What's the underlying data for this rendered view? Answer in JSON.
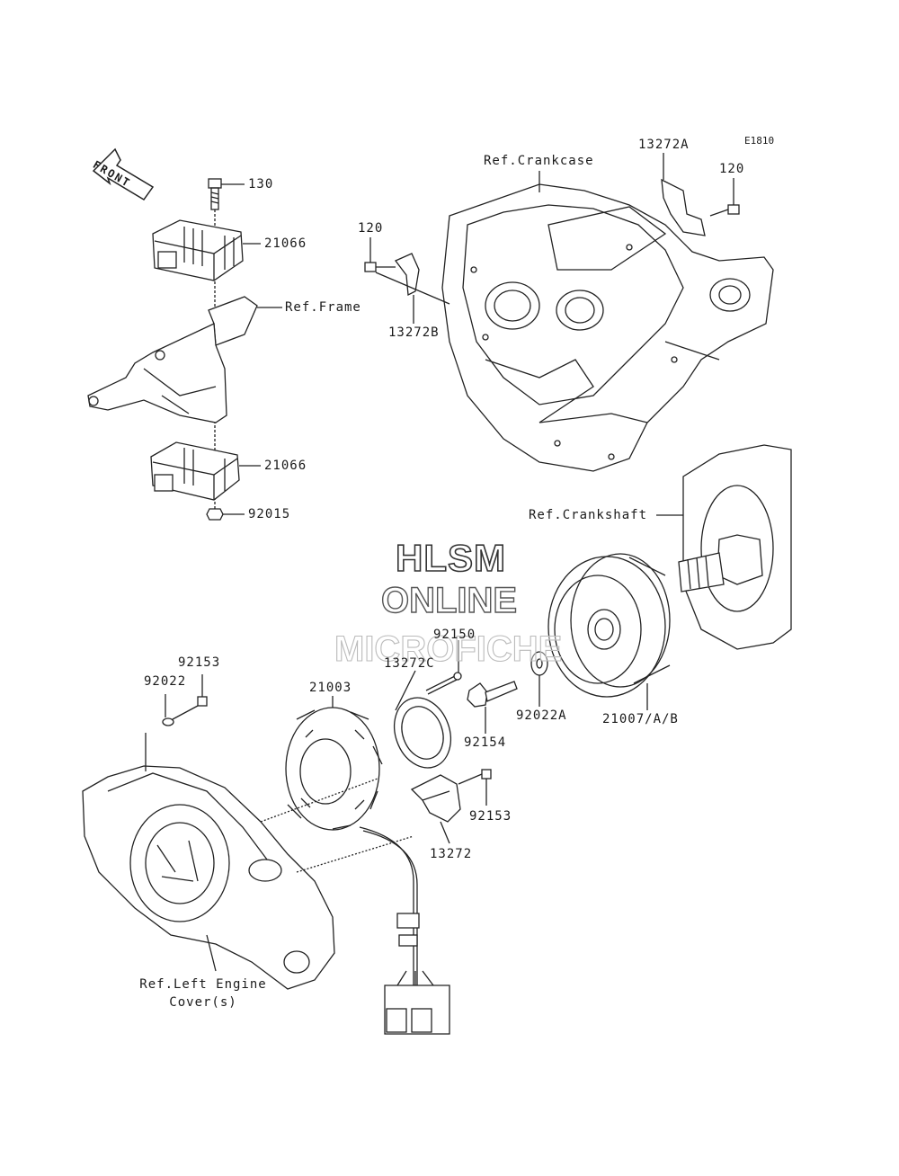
{
  "diagram_code": "E1810",
  "front_label": "FRONT",
  "watermark": {
    "line1": "HLSM",
    "line2": "ONLINE",
    "line3": "MICROFICHE"
  },
  "labels": {
    "bolt_130": "130",
    "regulator_top": "21066",
    "ref_frame": "Ref.Frame",
    "regulator_bottom": "21066",
    "nut_92015": "92015",
    "ref_crankcase": "Ref.Crankcase",
    "bracket_13272a": "13272A",
    "bolt_120_right": "120",
    "bolt_120_left": "120",
    "bracket_13272b": "13272B",
    "ref_crankshaft": "Ref.Crankshaft",
    "bolt_92150": "92150",
    "plate_13272c": "13272C",
    "stator_21003": "21003",
    "bolt_92153_top": "92153",
    "washer_92022": "92022",
    "washer_92022a": "92022A",
    "rotor_21007": "21007/A/B",
    "bolt_92154": "92154",
    "bolt_92153_right": "92153",
    "bracket_13272": "13272",
    "ref_cover_line1": "Ref.Left Engine",
    "ref_cover_line2": "Cover(s)"
  }
}
